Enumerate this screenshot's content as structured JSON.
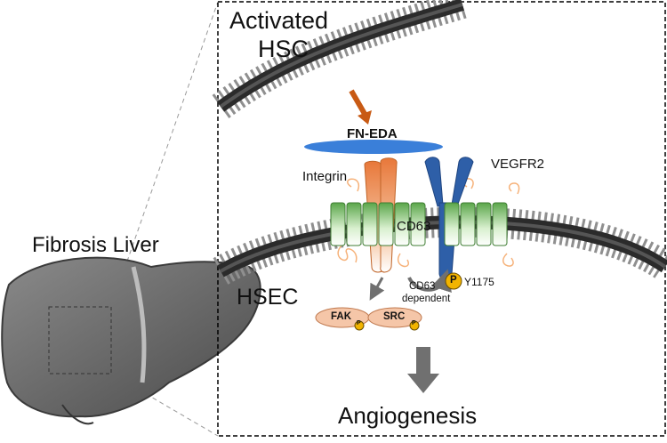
{
  "labels": {
    "activated_hsc_line1": "Activated",
    "activated_hsc_line2": "HSC",
    "fn_eda": "FN-EDA",
    "integrin": "Integrin",
    "vegfr2": "VEGFR2",
    "cd63": "CD63",
    "fibrosis_liver": "Fibrosis Liver",
    "hsec": "HSEC",
    "cd63_dependent_line1": "CD63",
    "cd63_dependent_line2": "dependent",
    "y1175": "Y1175",
    "phospho_marker": "P",
    "fak": "FAK",
    "src": "SRC",
    "phospho_small": "P",
    "angiogenesis": "Angiogenesis"
  },
  "colors": {
    "membrane_dark": "#2b2b2b",
    "membrane_bead": "#9a9a9a",
    "fn_eda_fill": "#3a7fd9",
    "integrin_fill": "#e8834a",
    "vegfr2_fill": "#2e5fa8",
    "cd63_fill": "#6cbf5a",
    "phospho_fill": "#f2b400",
    "kinase_fill": "#f5c6a8",
    "arrow_orange": "#c85a14",
    "arrow_gray": "#707070",
    "liver_fill": "#6e6e6e"
  }
}
